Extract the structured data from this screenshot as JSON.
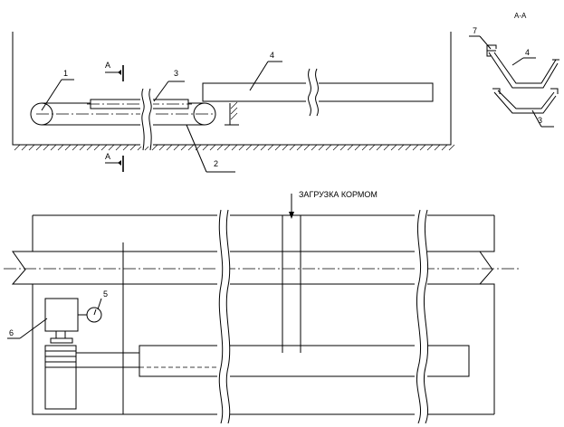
{
  "diagram": {
    "callouts": {
      "c1": "1",
      "c2": "2",
      "c3": "3",
      "c4": "4",
      "c5": "5",
      "c6": "6",
      "c7": "7",
      "section_c3": "3",
      "section_c4": "4"
    },
    "section_marks": {
      "top": "А",
      "bottom": "А"
    },
    "section_title": "А-А",
    "load_label": "ЗАГРУЗКА КОРМОМ"
  }
}
